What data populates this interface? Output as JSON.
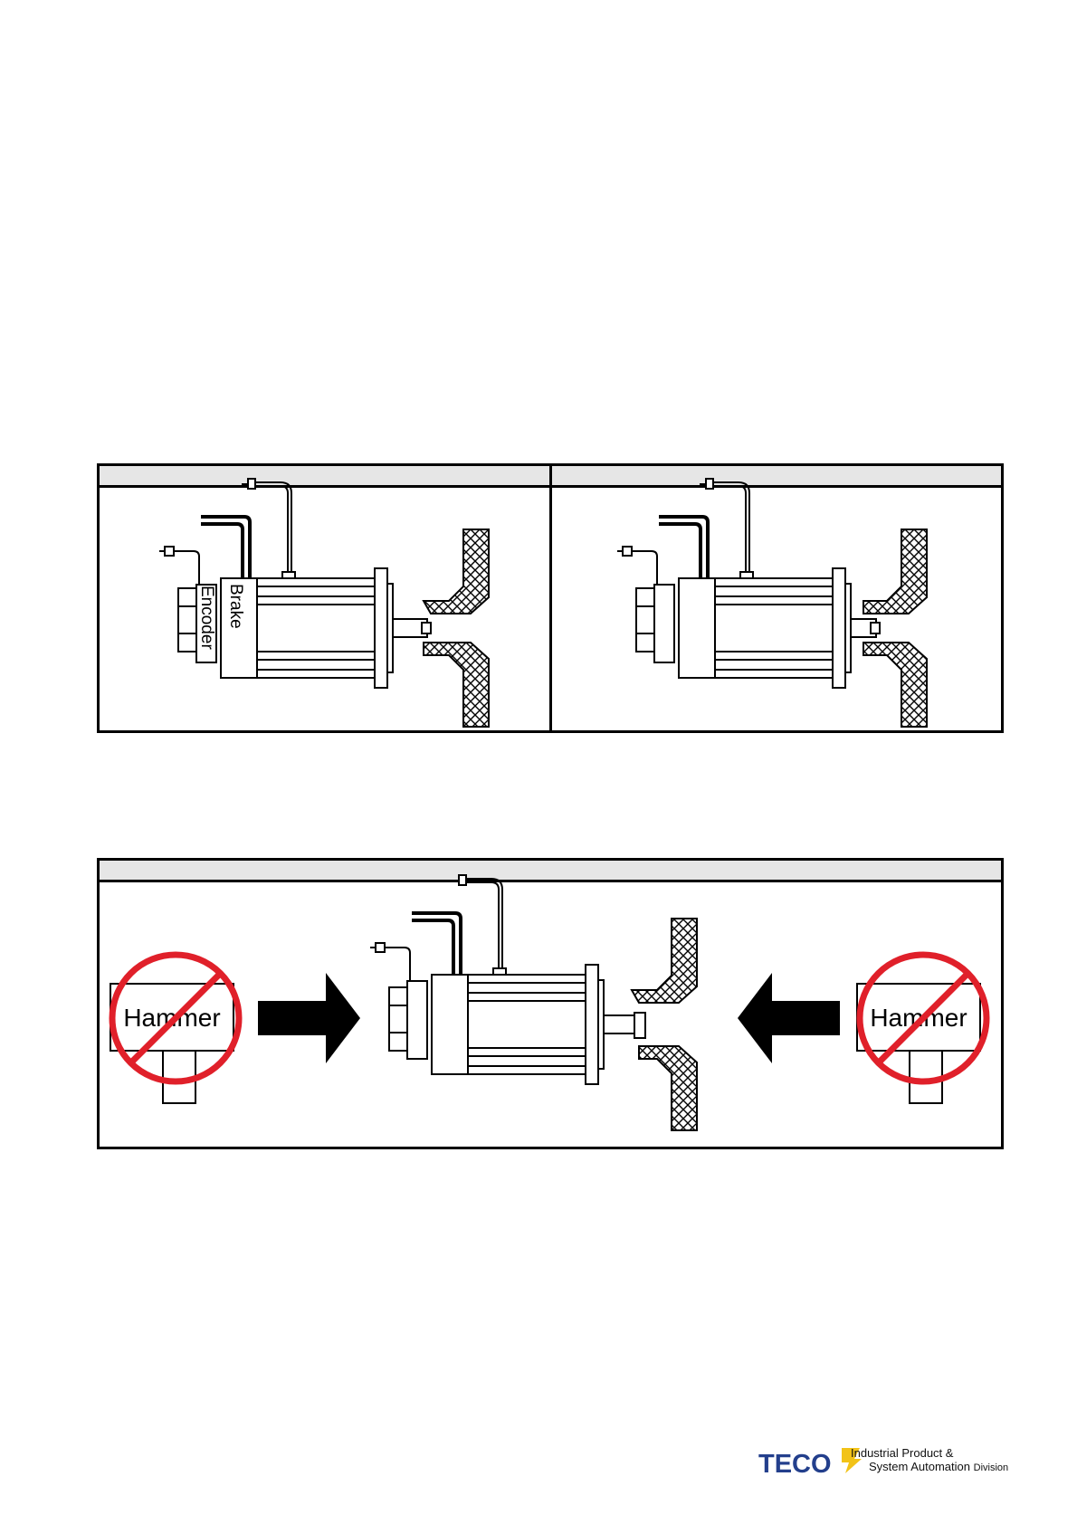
{
  "figure_top": {
    "left_panel": {
      "label_brake": "Brake",
      "label_encoder": "Encoder"
    },
    "right_panel": {}
  },
  "figure_bottom": {
    "hammer_left_label": "Hammer",
    "hammer_right_label": "Hammer"
  },
  "footer": {
    "logo_text": "TECO",
    "division_line1": "Industrial Product &",
    "division_line2_main": "System Automation",
    "division_line2_small": "Division"
  },
  "colors": {
    "prohibition": "#e0202a",
    "header_fill": "#e6e6e6",
    "logo_blue": "#233f8c",
    "logo_yellow": "#f2c318"
  }
}
